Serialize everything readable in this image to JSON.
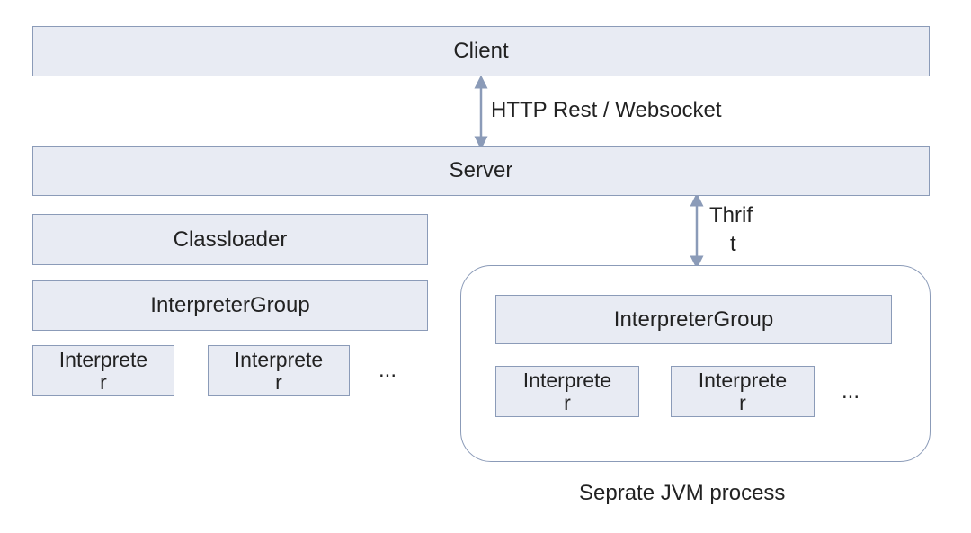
{
  "diagram": {
    "client": "Client",
    "server": "Server",
    "http_link": "HTTP Rest / Websocket",
    "thrift_link_line1": "Thrif",
    "thrift_link_line2": "t",
    "local": {
      "classloader": "Classloader",
      "interpreter_group": "InterpreterGroup",
      "interpreter_1_line1": "Interprete",
      "interpreter_1_line2": "r",
      "interpreter_2_line1": "Interprete",
      "interpreter_2_line2": "r",
      "ellipsis": "..."
    },
    "remote": {
      "interpreter_group": "InterpreterGroup",
      "interpreter_1_line1": "Interprete",
      "interpreter_1_line2": "r",
      "interpreter_2_line1": "Interprete",
      "interpreter_2_line2": "r",
      "ellipsis": "...",
      "caption": "Seprate JVM process"
    },
    "colors": {
      "box_fill": "#e8ebf3",
      "border": "#8b9bb8",
      "text": "#222222"
    }
  }
}
